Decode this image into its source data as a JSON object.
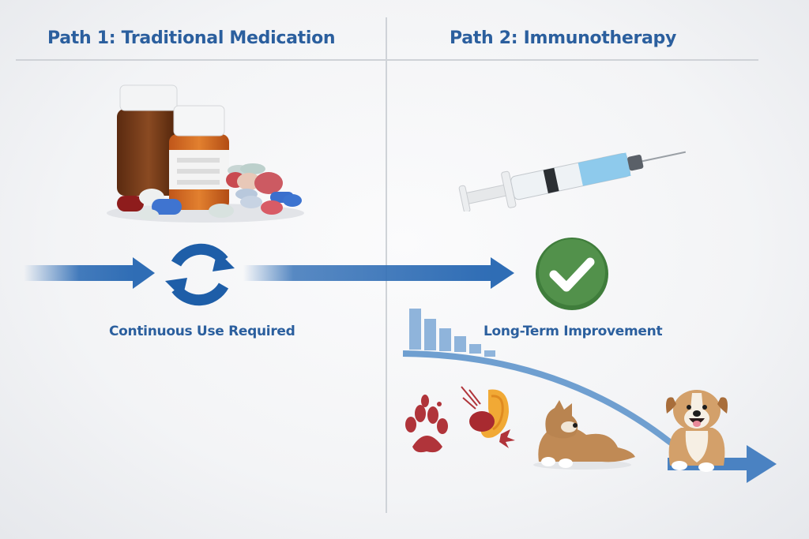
{
  "header": {
    "left_title": "Path 1: Traditional Medication",
    "right_title": "Path 2: Immunotherapy"
  },
  "path1": {
    "illustration": "medication-bottles-and-pills",
    "icon": "cycle-arrows-icon",
    "caption": "Continuous Use Required"
  },
  "path2": {
    "illustration": "syringe",
    "icon": "checkmark-circle-icon",
    "caption": "Long-Term Improvement",
    "symptom_bars": [
      72,
      58,
      46,
      36,
      26,
      16
    ],
    "symptom_icons": [
      "paw-print-icon",
      "irritated-ear-icon",
      "scratching-dog-icon",
      "happy-dog-icon"
    ]
  },
  "colors": {
    "title_blue": "#2b5f9e",
    "arrow_blue": "#2f6db5",
    "light_blue": "#8fb4db",
    "check_green": "#4a8a45",
    "symptom_red": "#b0343a",
    "divider": "#cfd3d8"
  }
}
